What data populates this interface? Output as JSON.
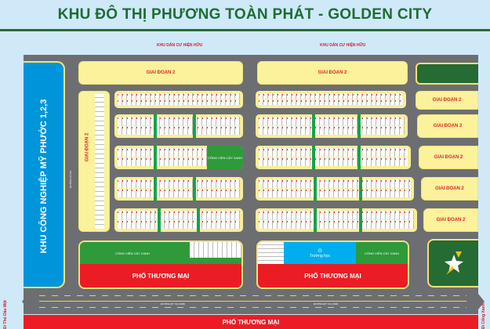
{
  "title": "KHU ĐÔ THỊ PHƯƠNG TOÀN PHÁT - GOLDEN CITY",
  "labels": {
    "existing_residential": "KHU DÂN CƯ HIỆN HỮU",
    "phase2": "GIAI ĐOẠN 2",
    "industrial": "KHU CÔNG NGHIỆP MỸ PHƯỚC 1,2,3",
    "road_lo": "ĐƯỜNG LỘ 664",
    "park": "CÔNG VIÊN CÂY XANH",
    "school": "Trường học",
    "commercial": "PHỐ THƯƠNG MẠI",
    "main_road": "ĐƯỜNG ĐT 741 (34M)",
    "to_left": "Đi Thủ Dầu Một",
    "to_right": "Đi Cổng Xanh"
  },
  "colors": {
    "title": "#1f6b33",
    "commercial": "#ec1c24",
    "phase2": "#fbf29b",
    "industrial": "#0095da",
    "park": "#2e9a3a",
    "road": "#6d6e71"
  }
}
